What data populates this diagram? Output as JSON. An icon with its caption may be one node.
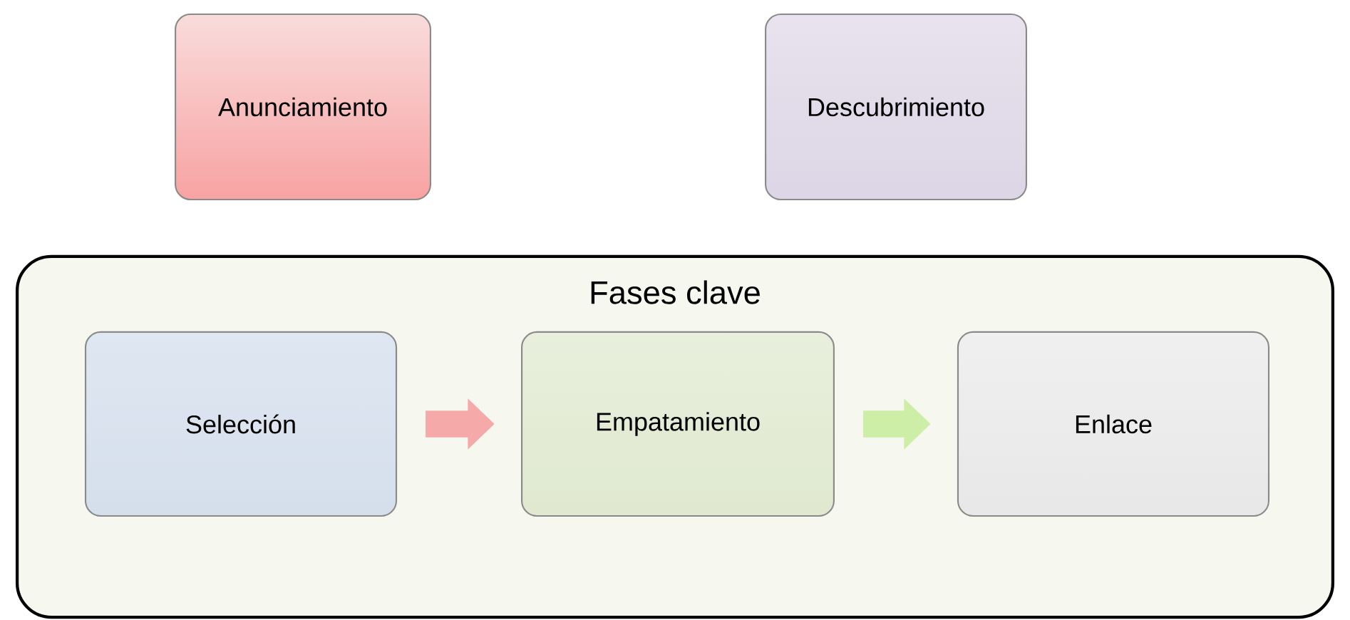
{
  "diagram": {
    "nodes": [
      {
        "text": [
          "Anunciamiento"
        ]
      },
      {
        "text": [
          "Descubrimiento"
        ]
      },
      {
        "text": [
          "Fases clave"
        ]
      },
      {
        "text": [
          "Selección"
        ],
        "in": 2
      },
      {
        "text": [
          "Empatamiento"
        ],
        "in": 2
      },
      {
        "text": [
          "Enlace"
        ],
        "in": 2
      }
    ],
    "edges": [
      {
        "from": 3,
        "to": 4,
        "arrow": "to",
        "color": "#f6a9a9"
      },
      {
        "from": 4,
        "to": 5,
        "arrow": "to",
        "color": "#cdeea6"
      }
    ]
  }
}
